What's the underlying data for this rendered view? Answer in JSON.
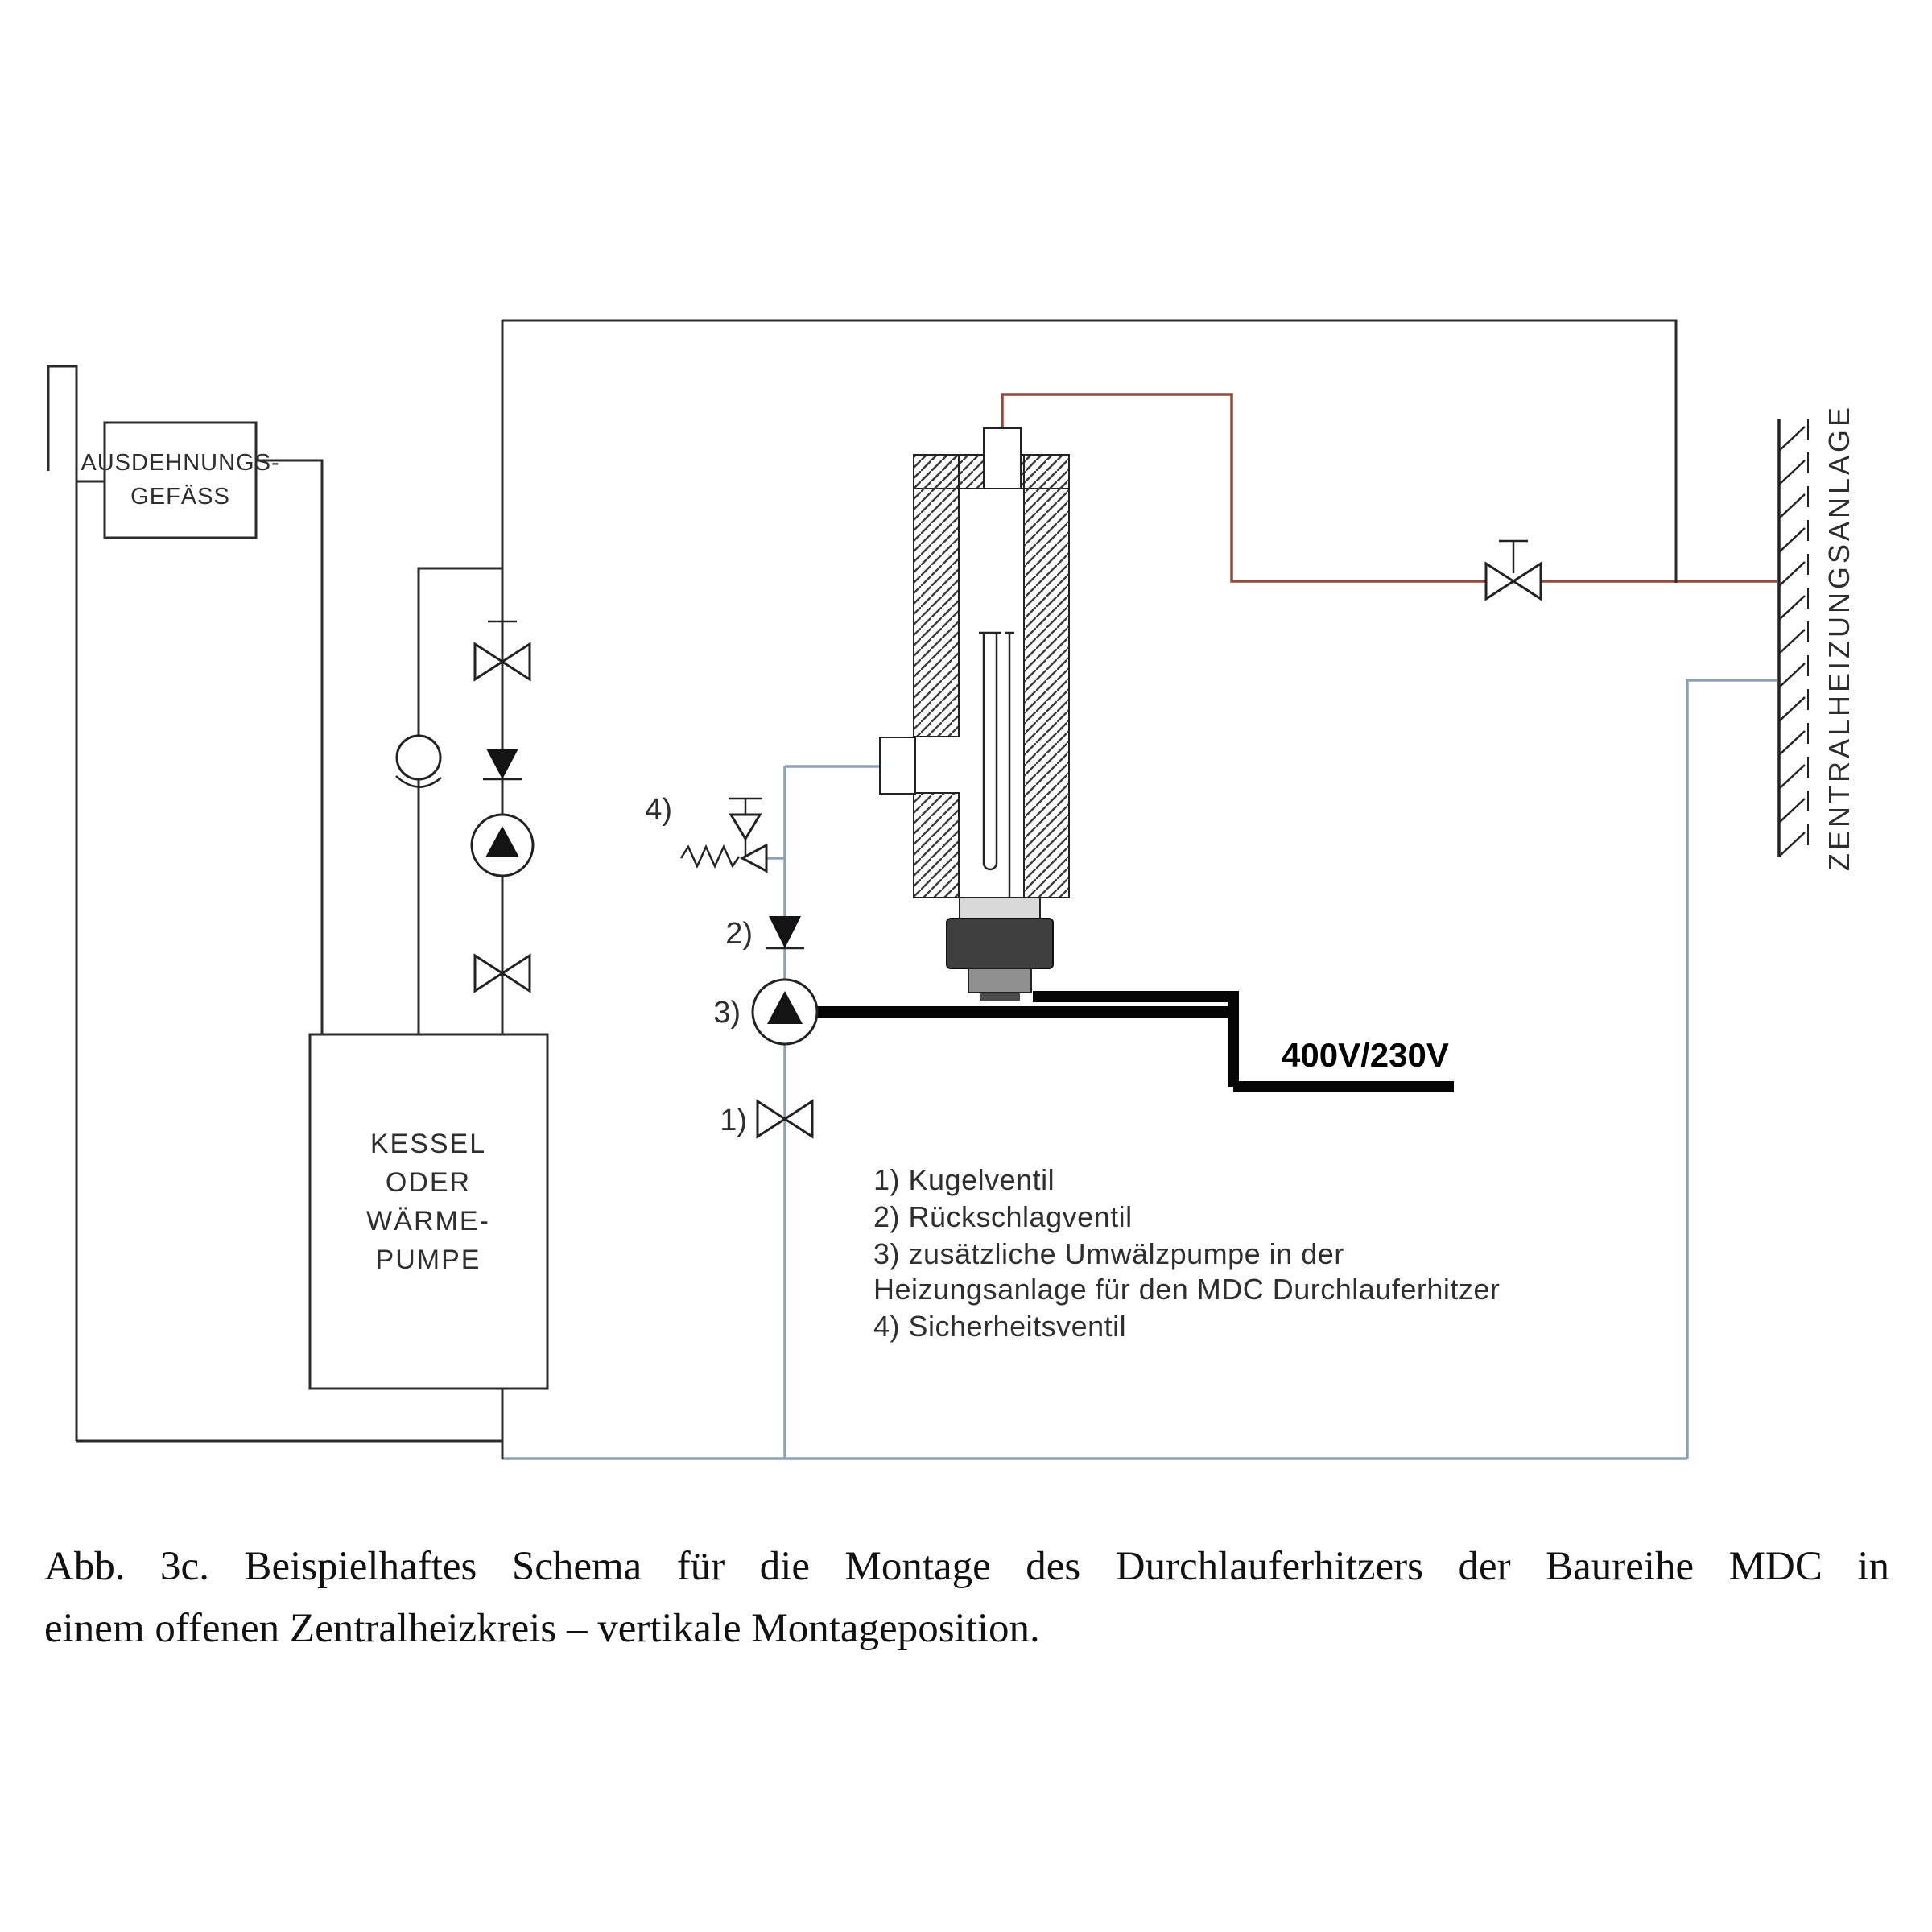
{
  "colors": {
    "supply": "#8f4a3c",
    "return": "#8da0b6",
    "line": "#2b2b2b"
  },
  "diagram": {
    "expansion_vessel": {
      "label_line1": "AUSDEHNUNGS-",
      "label_line2": "GEFÄSS"
    },
    "boiler": {
      "label_line1": "KESSEL",
      "label_line2": "ODER",
      "label_line3": "WÄRME-",
      "label_line4": "PUMPE"
    },
    "central_heating_label": "ZENTRALHEIZUNGSANLAGE",
    "voltage_label": "400V/230V",
    "markers": {
      "m1": "1)",
      "m2": "2)",
      "m3": "3)",
      "m4": "4)"
    },
    "legend": {
      "line1": "1) Kugelventil",
      "line2": "2) Rückschlagventil",
      "line3": "3) zusätzliche Umwälzpumpe in der",
      "line4": "Heizungsanlage für den MDC Durchlauferhitzer",
      "line5": "4) Sicherheitsventil"
    }
  },
  "caption": {
    "line1": "Abb. 3c. Beispielhaftes Schema für die Montage des Durchlauferhitzers der Baureihe MDC in",
    "line2": "einem offenen Zentralheizkreis – vertikale Montageposition."
  }
}
